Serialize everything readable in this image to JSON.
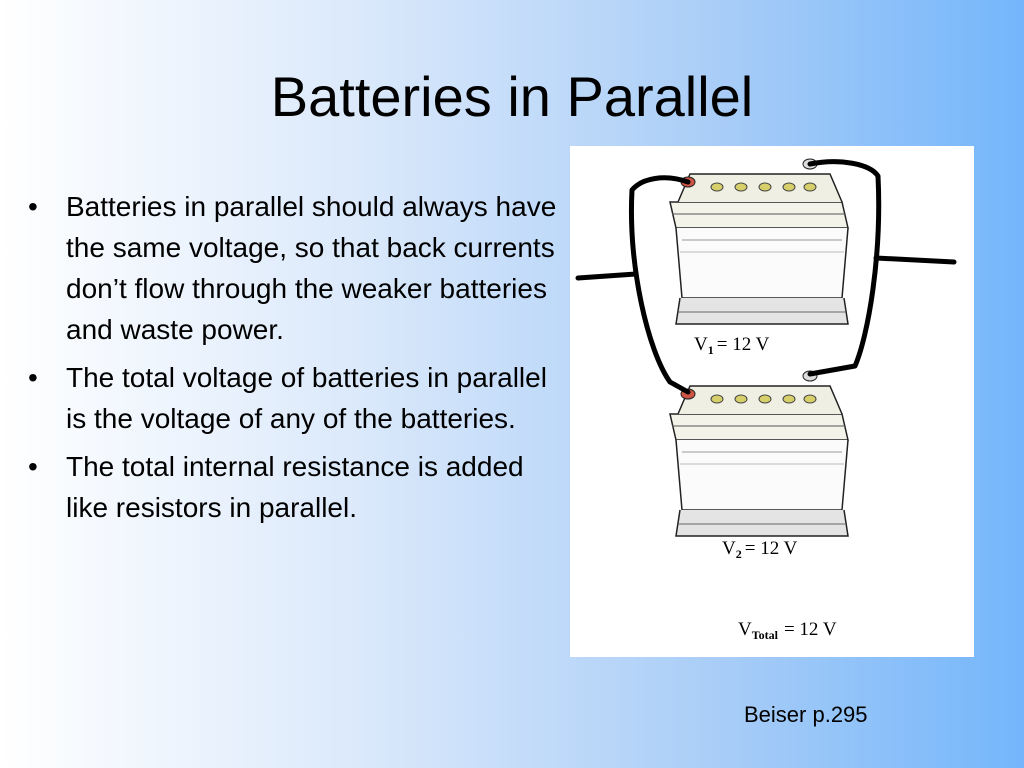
{
  "slide": {
    "title": "Batteries in Parallel",
    "bullets": [
      "Batteries in parallel should always have the same voltage, so that back currents don’t flow through the weaker batteries and waste power.",
      "The total voltage of batteries in parallel is the voltage of any of the batteries.",
      "The total internal resistance is added like resistors in parallel."
    ],
    "bullet_glyph": "•",
    "citation": "Beiser p.295"
  },
  "figure": {
    "battery1": {
      "symbol": "V",
      "subscript": "1",
      "value": "= 12 V"
    },
    "battery2": {
      "symbol": "V",
      "subscript": "2",
      "value": "= 12 V"
    },
    "total": {
      "symbol": "V",
      "subscript": "Total",
      "value": "=  12 V"
    }
  }
}
